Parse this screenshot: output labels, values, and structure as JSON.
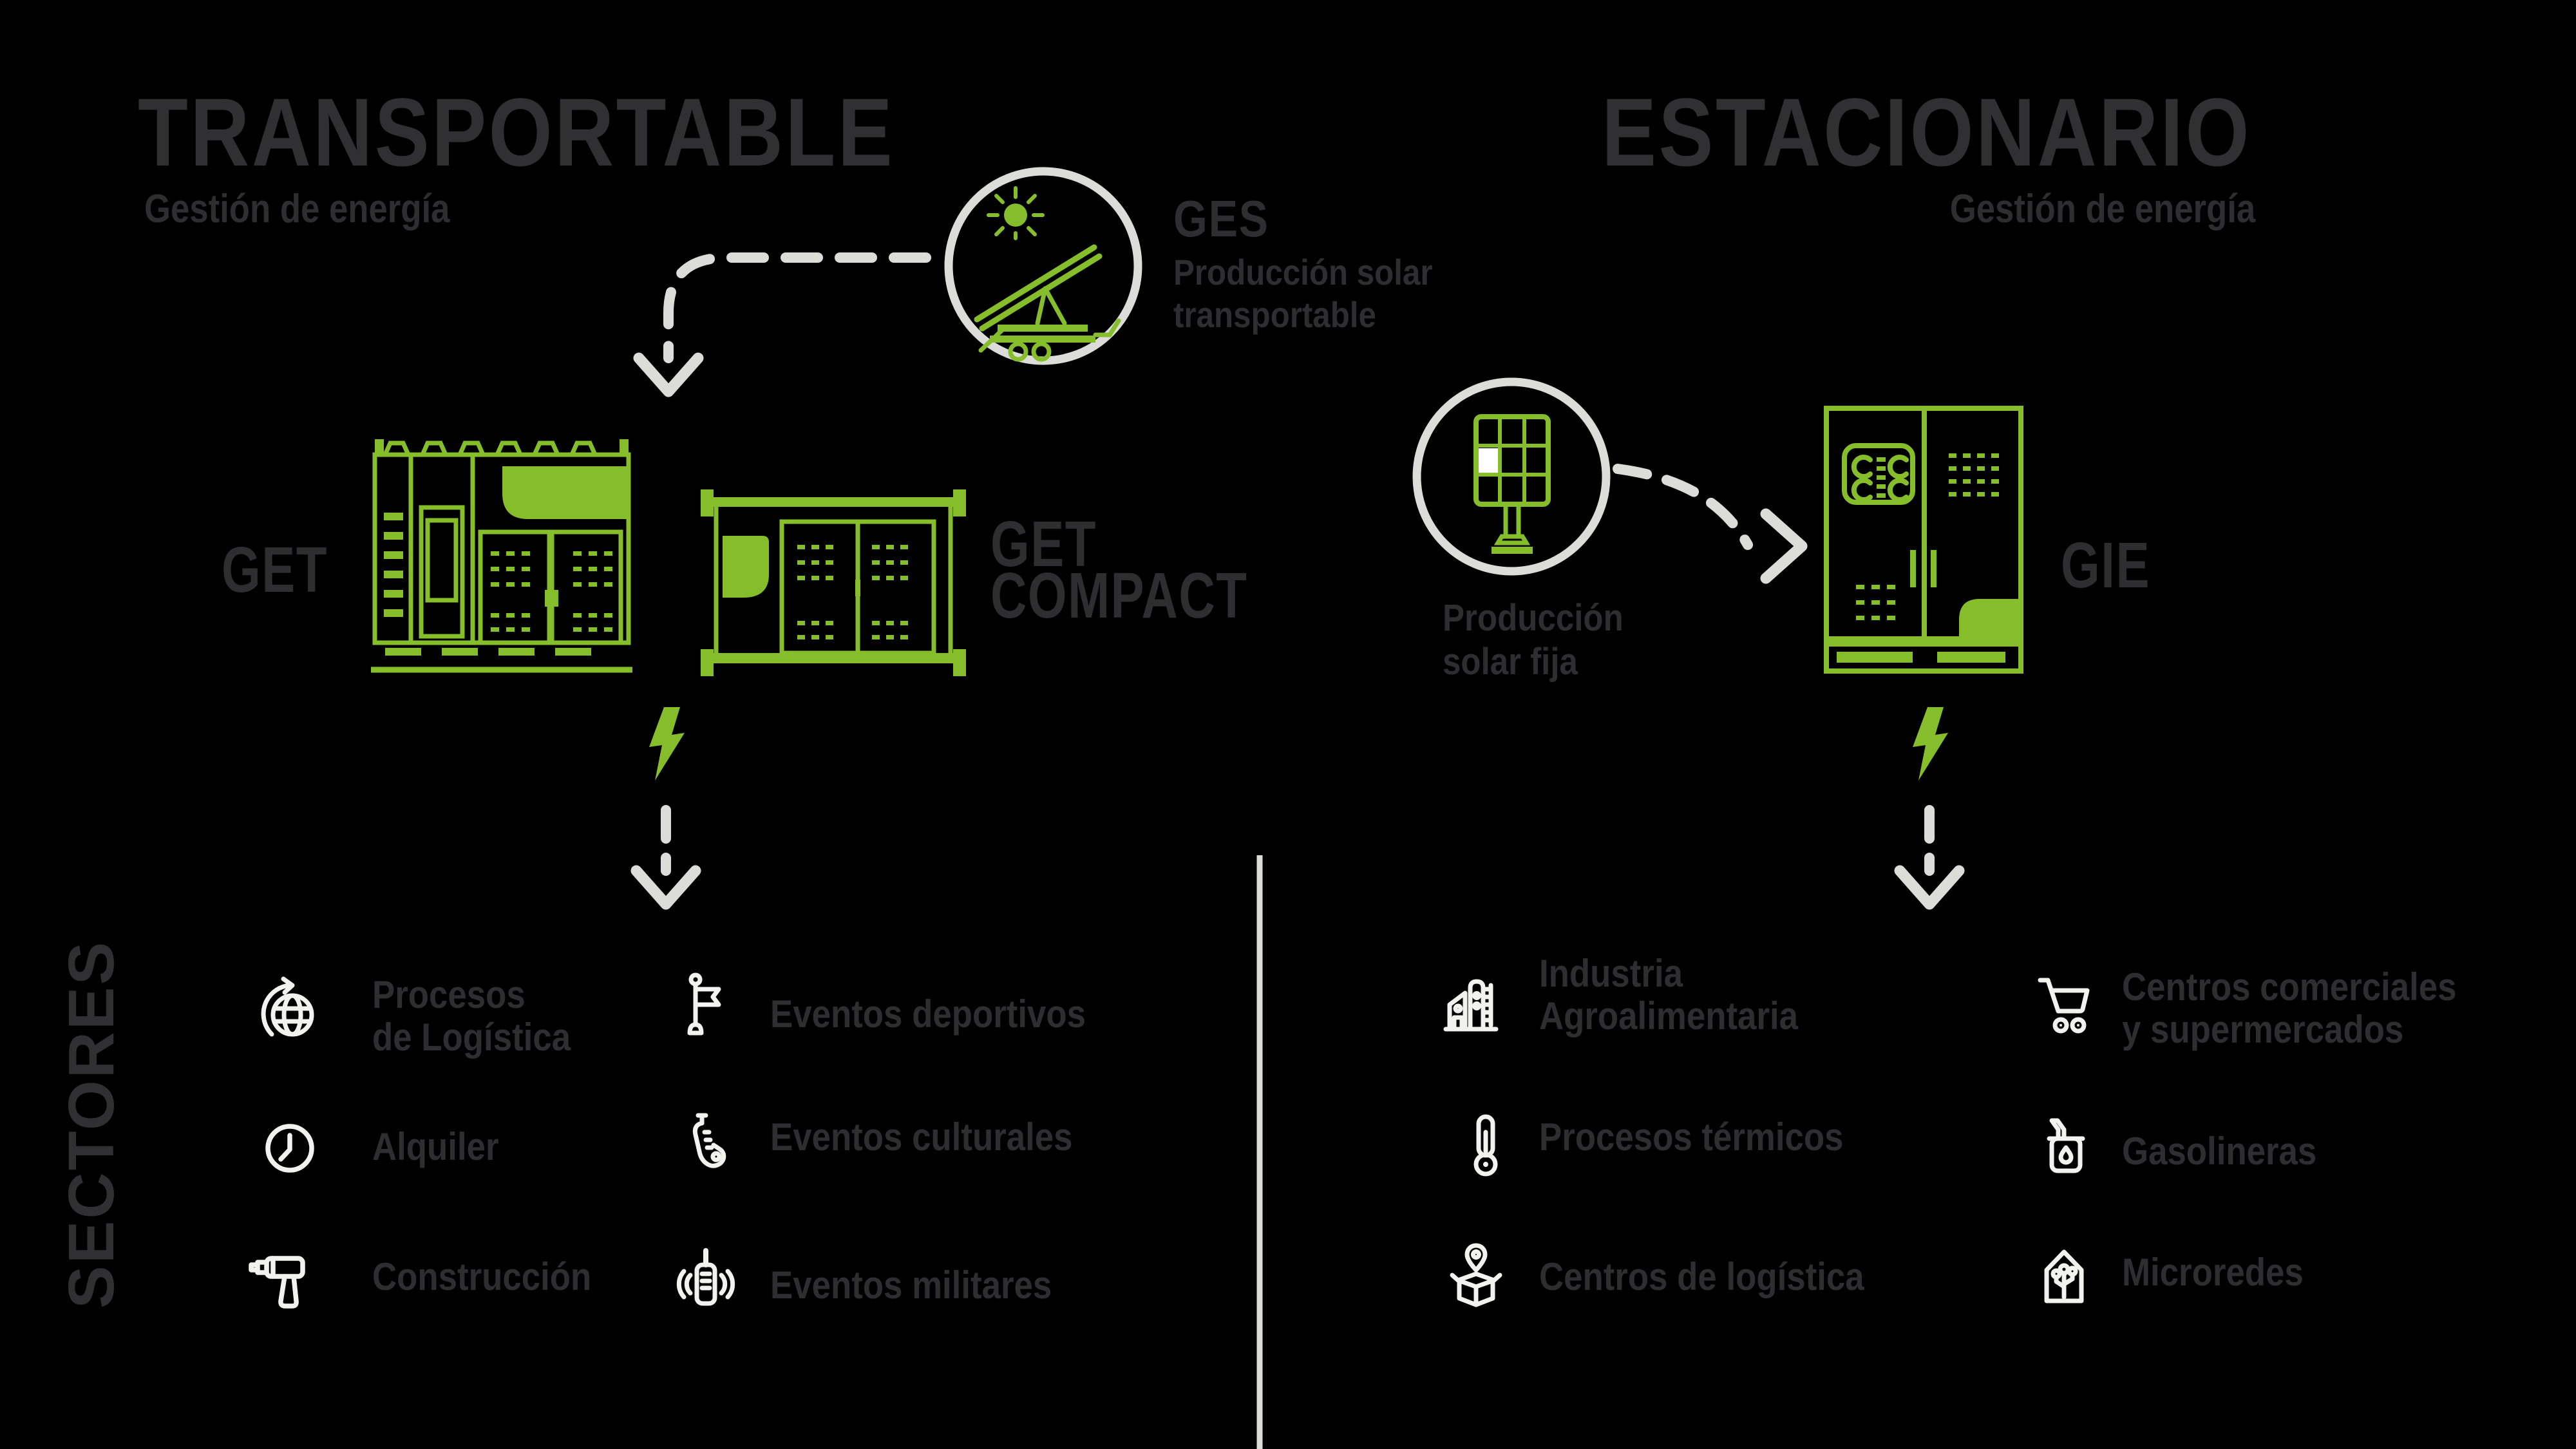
{
  "colors": {
    "background": "#000000",
    "accent_green": "#86bd2a",
    "text_dark_gray": "#2e2e30",
    "light_gray": "#dcdcd8",
    "icon_white": "#f2f2ef"
  },
  "transportable": {
    "title": "TRANSPORTABLE",
    "subtitle": "Gestión de energía",
    "ges_label": "GES",
    "ges_desc": "Producción solar\ntransportable",
    "get_label": "GET",
    "get_compact_label": "GET\nCOMPACT"
  },
  "estacionario": {
    "title": "ESTACIONARIO",
    "subtitle": "Gestión de energía",
    "solar_desc": "Producción\nsolar fija",
    "gie_label": "GIE"
  },
  "sectors": {
    "heading": "SECTORES",
    "transportable": [
      {
        "icon": "globe-logistics-icon",
        "label": "Procesos\nde Logística"
      },
      {
        "icon": "sports-flag-icon",
        "label": "Eventos deportivos"
      },
      {
        "icon": "clock-icon",
        "label": "Alquiler"
      },
      {
        "icon": "saxophone-icon",
        "label": "Eventos culturales"
      },
      {
        "icon": "drill-icon",
        "label": "Construcción"
      },
      {
        "icon": "walkie-talkie-icon",
        "label": "Eventos militares"
      }
    ],
    "estacionario": [
      {
        "icon": "agro-industry-icon",
        "label": "Industria\nAgroalimentaria"
      },
      {
        "icon": "shopping-cart-icon",
        "label": "Centros comerciales\ny supermercados"
      },
      {
        "icon": "thermometer-icon",
        "label": "Procesos térmicos"
      },
      {
        "icon": "fuel-pump-icon",
        "label": "Gasolineras"
      },
      {
        "icon": "logistics-box-icon",
        "label": "Centros de logística"
      },
      {
        "icon": "microgrid-icon",
        "label": "Microredes"
      }
    ]
  }
}
